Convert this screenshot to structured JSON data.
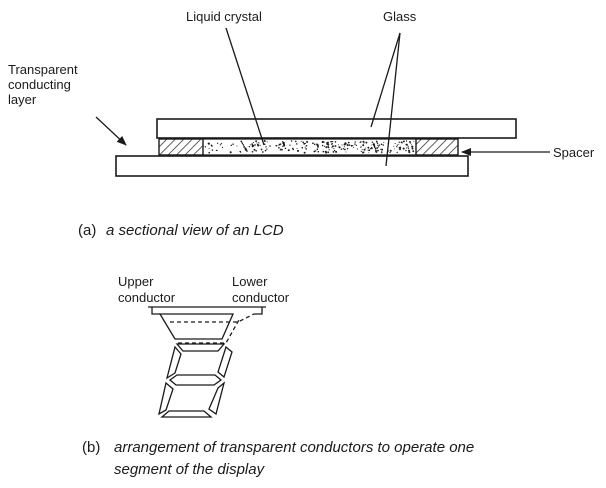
{
  "part_a": {
    "labels": {
      "liquid_crystal": "Liquid crystal",
      "glass": "Glass",
      "transparent_line1": "Transparent",
      "transparent_line2": "conducting",
      "transparent_line3": "layer",
      "spacer": "Spacer"
    },
    "caption_marker": "(a)",
    "caption_text": "a sectional view of an LCD"
  },
  "part_b": {
    "labels": {
      "upper_line1": "Upper",
      "upper_line2": "conductor",
      "lower_line1": "Lower",
      "lower_line2": "conductor"
    },
    "caption_marker": "(b)",
    "caption_text_line1": "arrangement of transparent conductors to operate one",
    "caption_text_line2": "segment of the display"
  }
}
